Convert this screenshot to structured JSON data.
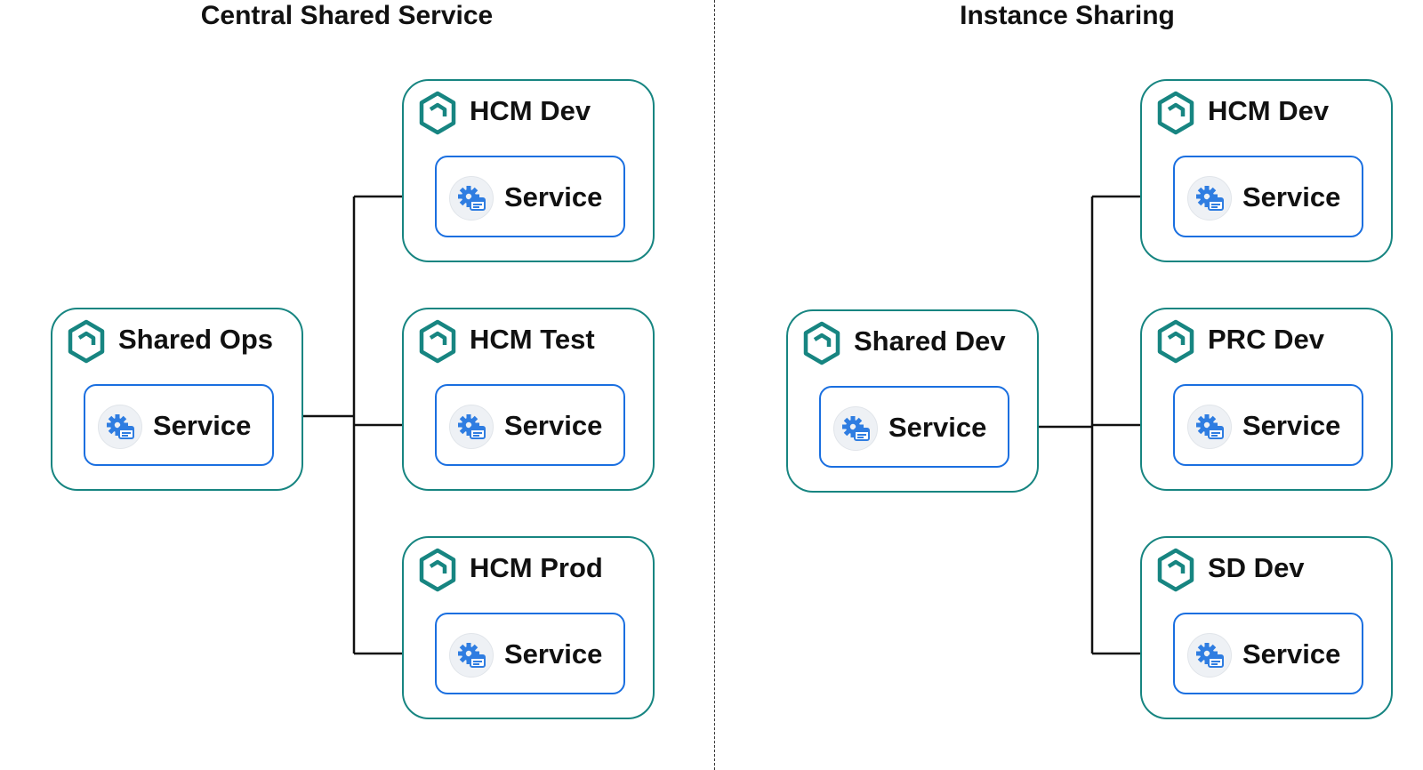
{
  "panels": [
    {
      "title": "Central Shared Service"
    },
    {
      "title": "Instance Sharing"
    }
  ],
  "environments": {
    "shared_ops": {
      "label": "Shared Ops",
      "service": "Service"
    },
    "hcm_dev_left": {
      "label": "HCM Dev",
      "service": "Service"
    },
    "hcm_test": {
      "label": "HCM Test",
      "service": "Service"
    },
    "hcm_prod": {
      "label": "HCM Prod",
      "service": "Service"
    },
    "shared_dev": {
      "label": "Shared Dev",
      "service": "Service"
    },
    "hcm_dev_right": {
      "label": "HCM Dev",
      "service": "Service"
    },
    "prc_dev": {
      "label": "PRC Dev",
      "service": "Service"
    },
    "sd_dev": {
      "label": "SD Dev",
      "service": "Service"
    }
  },
  "icons": {
    "environment": "hexagon-environment-icon",
    "service": "gear-window-service-icon"
  },
  "colors": {
    "environment_border": "#178581",
    "service_border": "#1a6fe0",
    "service_icon": "#2f7de1",
    "connector": "#111111"
  }
}
